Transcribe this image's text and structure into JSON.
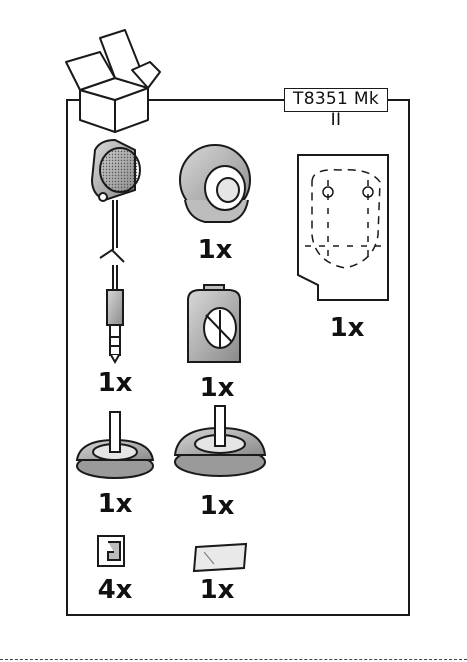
{
  "box": {
    "model_label": "T8351 Mk II"
  },
  "parts": [
    {
      "id": "microphone-capsule",
      "qty": "1x"
    },
    {
      "id": "windscreen-housing",
      "qty": "1x"
    },
    {
      "id": "mounting-template",
      "qty": "1x"
    },
    {
      "id": "mounting-clip",
      "qty": "1x"
    },
    {
      "id": "small-stand-base",
      "qty": "1x"
    },
    {
      "id": "large-stand-base",
      "qty": "1x"
    },
    {
      "id": "adhesive-cable-clip",
      "qty": "4x"
    },
    {
      "id": "adhesive-pad",
      "qty": "1x"
    }
  ],
  "icons": {
    "package": "open-box-icon"
  },
  "colors": {
    "line": "#1a1a1a",
    "shade": "#9a9a9a"
  }
}
